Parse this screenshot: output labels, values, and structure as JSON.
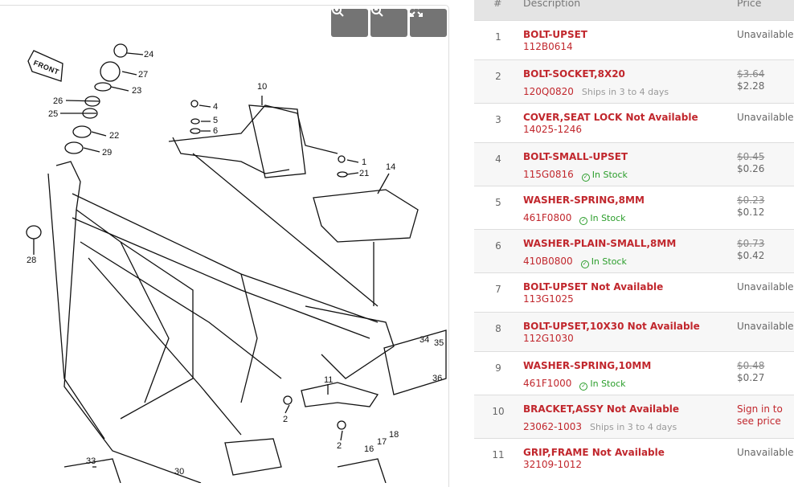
{
  "diagram": {
    "zoom_in_label": "zoom-in",
    "zoom_out_label": "zoom-out",
    "fullscreen_label": "fullscreen",
    "front_label": "FRONT",
    "callouts": [
      "24",
      "27",
      "23",
      "26",
      "25",
      "22",
      "29",
      "28",
      "10",
      "4",
      "5",
      "6",
      "1",
      "21",
      "14",
      "34",
      "35",
      "36",
      "11",
      "2",
      "2",
      "16",
      "17",
      "18",
      "33",
      "30"
    ]
  },
  "table": {
    "headers": {
      "num": "#",
      "description": "Description",
      "price": "Price"
    },
    "rows": [
      {
        "num": "1",
        "desc": "BOLT-UPSET",
        "pn": "112B0614",
        "note": "",
        "stock": "",
        "old": "",
        "price": "Unavailable"
      },
      {
        "num": "2",
        "desc": "BOLT-SOCKET,8X20",
        "pn": "120Q0820",
        "note": "Ships in 3 to 4 days",
        "stock": "",
        "old": "$3.64",
        "price": "$2.28"
      },
      {
        "num": "3",
        "desc": "COVER,SEAT LOCK Not Available",
        "pn": "14025-1246",
        "note": "",
        "stock": "",
        "old": "",
        "price": "Unavailable"
      },
      {
        "num": "4",
        "desc": "BOLT-SMALL-UPSET",
        "pn": "115G0816",
        "note": "",
        "stock": "In Stock",
        "old": "$0.45",
        "price": "$0.26"
      },
      {
        "num": "5",
        "desc": "WASHER-SPRING,8MM",
        "pn": "461F0800",
        "note": "",
        "stock": "In Stock",
        "old": "$0.23",
        "price": "$0.12"
      },
      {
        "num": "6",
        "desc": "WASHER-PLAIN-SMALL,8MM",
        "pn": "410B0800",
        "note": "",
        "stock": "In Stock",
        "old": "$0.73",
        "price": "$0.42"
      },
      {
        "num": "7",
        "desc": "BOLT-UPSET Not Available",
        "pn": "113G1025",
        "note": "",
        "stock": "",
        "old": "",
        "price": "Unavailable"
      },
      {
        "num": "8",
        "desc": "BOLT-UPSET,10X30 Not Available",
        "pn": "112G1030",
        "note": "",
        "stock": "",
        "old": "",
        "price": "Unavailable"
      },
      {
        "num": "9",
        "desc": "WASHER-SPRING,10MM",
        "pn": "461F1000",
        "note": "",
        "stock": "In Stock",
        "old": "$0.48",
        "price": "$0.27"
      },
      {
        "num": "10",
        "desc": "BRACKET,ASSY Not Available",
        "pn": "23062-1003",
        "note": "Ships in 3 to 4 days",
        "stock": "",
        "old": "",
        "price": "Sign in to see price"
      },
      {
        "num": "11",
        "desc": "GRIP,FRAME Not Available",
        "pn": "32109-1012",
        "note": "",
        "stock": "",
        "old": "",
        "price": "Unavailable"
      }
    ]
  }
}
